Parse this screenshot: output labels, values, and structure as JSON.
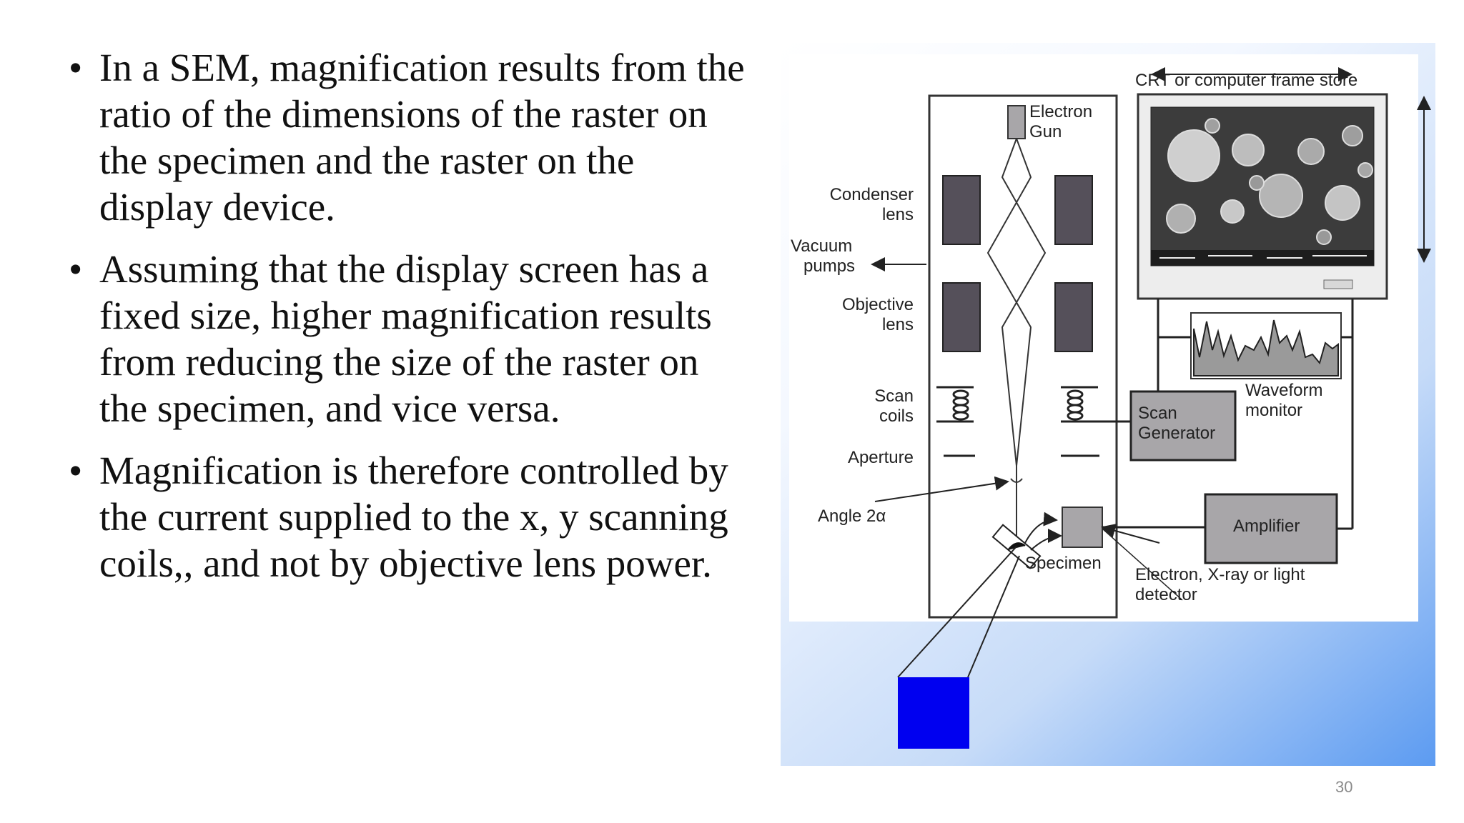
{
  "bullets": [
    {
      "marker": "•",
      "text": "In a SEM, magnification results from the ratio of the dimensions of the raster on the specimen and the raster on the display device."
    },
    {
      "marker": "•",
      "text": "Assuming that the display screen has a fixed size, higher magnification results from reducing the size of the raster on the specimen, and vice versa."
    },
    {
      "marker": "•",
      "text": "Magnification is therefore controlled by the current supplied to the x, y scanning coils,, and not by objective lens power."
    }
  ],
  "diagram": {
    "labels": {
      "crt": "CRT or computer frame store",
      "electron_gun": [
        "Electron",
        "Gun"
      ],
      "condenser": [
        "Condenser",
        "lens"
      ],
      "vacuum": [
        "Vacuum",
        "pumps"
      ],
      "objective": [
        "Objective",
        "lens"
      ],
      "scan_coils": [
        "Scan",
        "coils"
      ],
      "aperture": "Aperture",
      "angle": "Angle 2α",
      "specimen": "Specimen",
      "scan_generator": [
        "Scan",
        "Generator"
      ],
      "waveform": [
        "Waveform",
        "monitor"
      ],
      "amplifier": "Amplifier",
      "detector": [
        "Electron, X-ray or light",
        "detector"
      ]
    },
    "colors": {
      "lens_fill": "#55505a",
      "box_fill": "#a8a6a9",
      "blue_square": "#0000f0"
    }
  },
  "page_number": "30"
}
